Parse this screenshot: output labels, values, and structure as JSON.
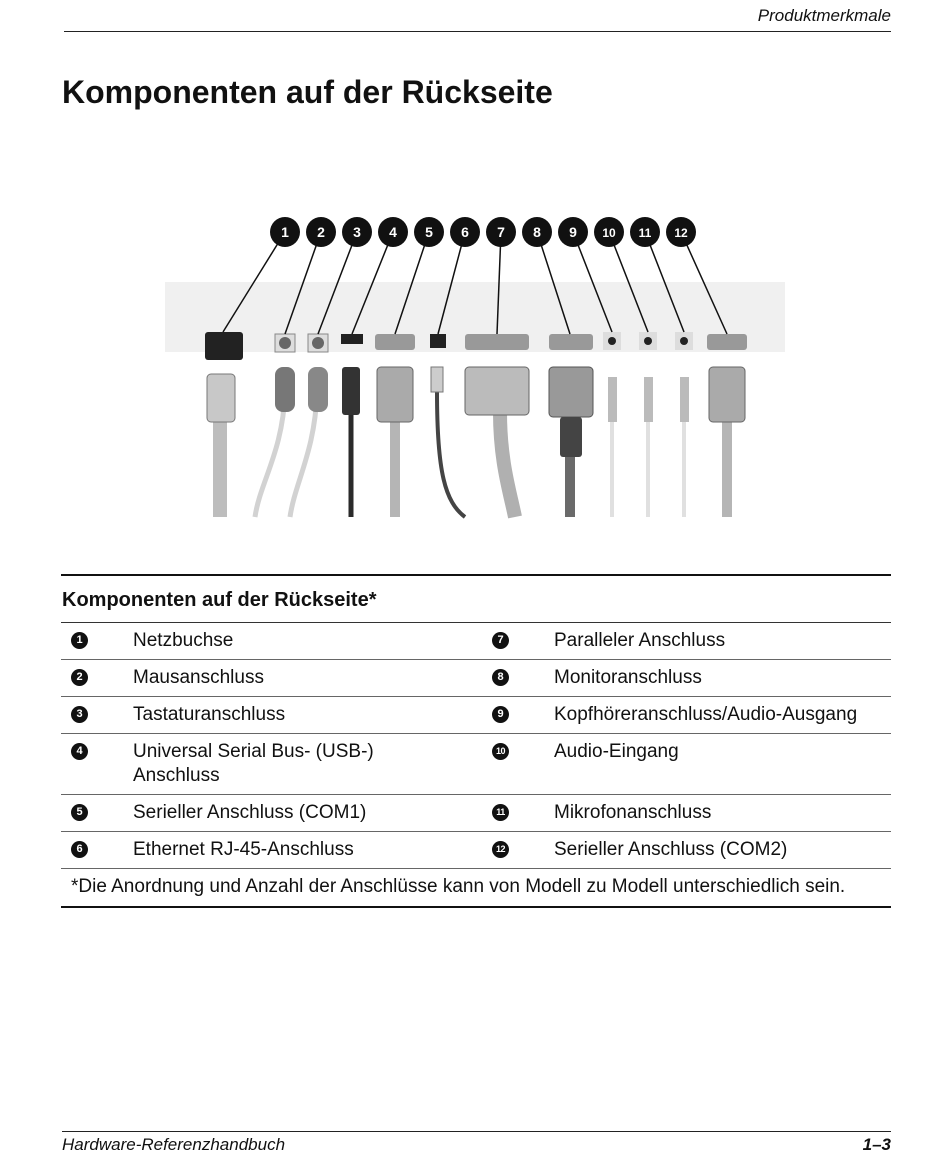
{
  "header": {
    "section": "Produktmerkmale"
  },
  "title": "Komponenten auf der Rückseite",
  "figure": {
    "callouts": [
      "1",
      "2",
      "3",
      "4",
      "5",
      "6",
      "7",
      "8",
      "9",
      "10",
      "11",
      "12"
    ]
  },
  "table": {
    "title": "Komponenten auf der Rückseite*",
    "rows": [
      {
        "left_num": "1",
        "left_label": "Netzbuchse",
        "right_num": "7",
        "right_label": "Paralleler Anschluss"
      },
      {
        "left_num": "2",
        "left_label": "Mausanschluss",
        "right_num": "8",
        "right_label": "Monitoranschluss"
      },
      {
        "left_num": "3",
        "left_label": "Tastaturanschluss",
        "right_num": "9",
        "right_label": "Kopfhöreranschluss/Audio-Ausgang"
      },
      {
        "left_num": "4",
        "left_label": "Universal Serial Bus- (USB-) Anschluss",
        "right_num": "10",
        "right_label": "Audio-Eingang"
      },
      {
        "left_num": "5",
        "left_label": "Serieller Anschluss (COM1)",
        "right_num": "11",
        "right_label": "Mikrofonanschluss"
      },
      {
        "left_num": "6",
        "left_label": "Ethernet RJ-45-Anschluss",
        "right_num": "12",
        "right_label": "Serieller Anschluss (COM2)"
      }
    ],
    "footnote": "*Die Anordnung und Anzahl der Anschlüsse kann von Modell zu Modell unterschiedlich sein."
  },
  "footer": {
    "book": "Hardware-Referenzhandbuch",
    "page": "1–3"
  }
}
